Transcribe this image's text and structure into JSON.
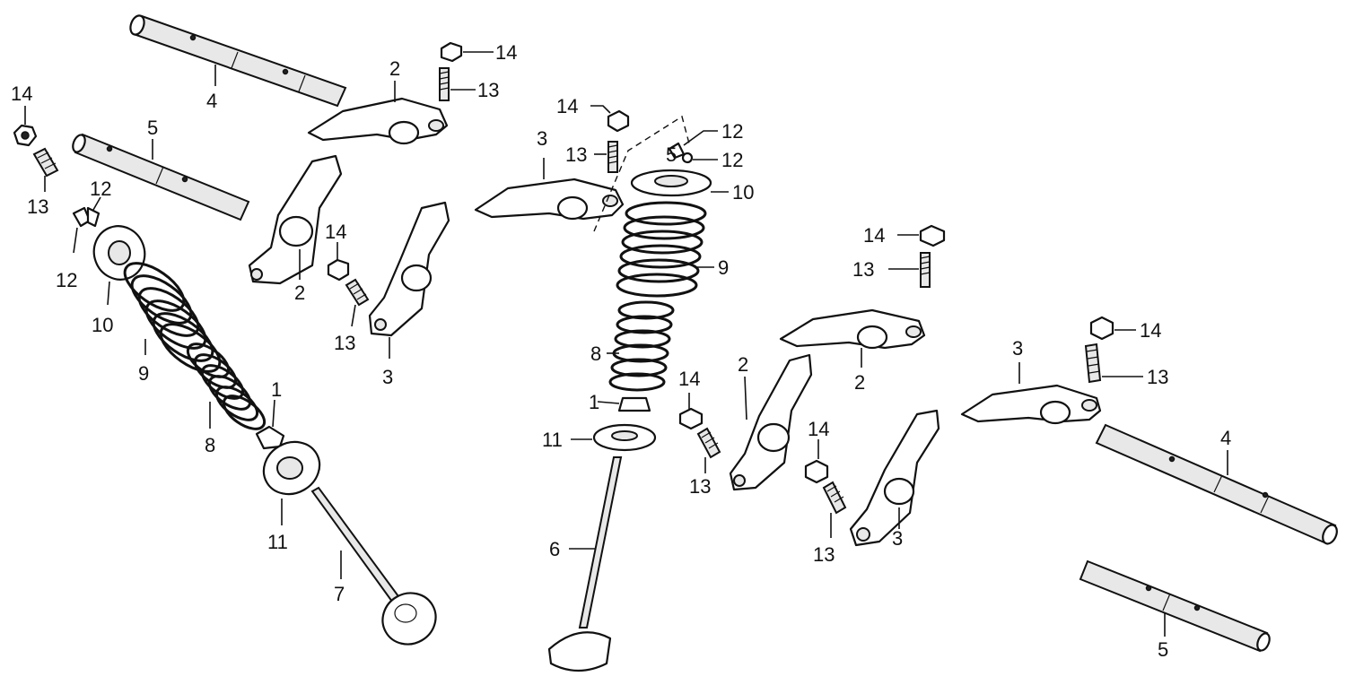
{
  "diagram": {
    "callouts": [
      {
        "id": "c14a",
        "text": "14"
      },
      {
        "id": "c13a",
        "text": "13"
      },
      {
        "id": "c2a",
        "text": "2"
      },
      {
        "id": "c4a",
        "text": "4"
      },
      {
        "id": "c14b",
        "text": "14"
      },
      {
        "id": "c13b",
        "text": "13"
      },
      {
        "id": "c5a",
        "text": "5"
      },
      {
        "id": "c12a",
        "text": "12"
      },
      {
        "id": "c12b",
        "text": "12"
      },
      {
        "id": "c10a",
        "text": "10"
      },
      {
        "id": "c9a",
        "text": "9"
      },
      {
        "id": "c8a",
        "text": "8"
      },
      {
        "id": "c1a",
        "text": "1"
      },
      {
        "id": "c11a",
        "text": "11"
      },
      {
        "id": "c7a",
        "text": "7"
      },
      {
        "id": "c2b",
        "text": "2"
      },
      {
        "id": "c14c",
        "text": "14"
      },
      {
        "id": "c13c",
        "text": "13"
      },
      {
        "id": "c3a",
        "text": "3"
      },
      {
        "id": "c14d",
        "text": "14"
      },
      {
        "id": "c3b",
        "text": "3"
      },
      {
        "id": "c13d",
        "text": "13"
      },
      {
        "id": "c12c",
        "text": "12"
      },
      {
        "id": "c5b",
        "text": "5"
      },
      {
        "id": "c12d",
        "text": "12"
      },
      {
        "id": "c10b",
        "text": "10"
      },
      {
        "id": "c9b",
        "text": "9"
      },
      {
        "id": "c8b",
        "text": "8"
      },
      {
        "id": "c1b",
        "text": "1"
      },
      {
        "id": "c11b",
        "text": "11"
      },
      {
        "id": "c6a",
        "text": "6"
      },
      {
        "id": "c14e",
        "text": "14"
      },
      {
        "id": "c13e",
        "text": "13"
      },
      {
        "id": "c2c",
        "text": "2"
      },
      {
        "id": "c14f",
        "text": "14"
      },
      {
        "id": "c13f",
        "text": "13"
      },
      {
        "id": "c2d",
        "text": "2"
      },
      {
        "id": "c14g",
        "text": "14"
      },
      {
        "id": "c13g",
        "text": "13"
      },
      {
        "id": "c3c",
        "text": "3"
      },
      {
        "id": "c3d",
        "text": "3"
      },
      {
        "id": "c14h",
        "text": "14"
      },
      {
        "id": "c13h",
        "text": "13"
      },
      {
        "id": "c4b",
        "text": "4"
      },
      {
        "id": "c5c",
        "text": "5"
      }
    ]
  }
}
